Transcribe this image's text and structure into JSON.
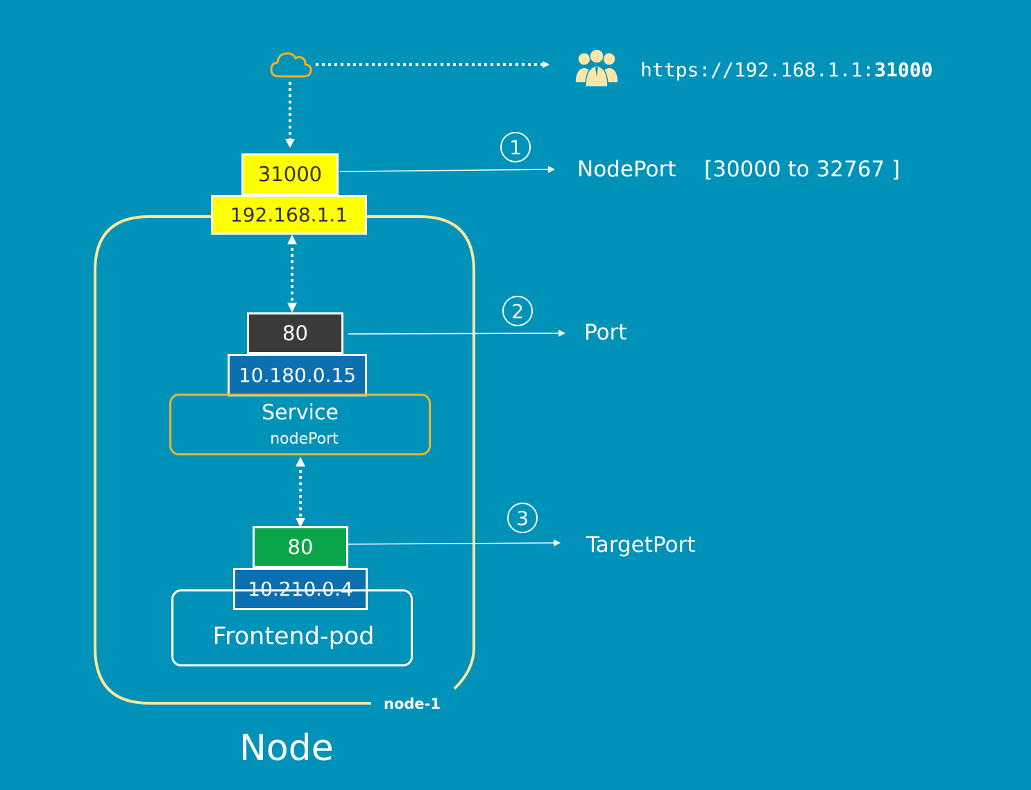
{
  "url": {
    "prefix": "https://192.168.1.1:",
    "port": "31000"
  },
  "boxes": {
    "node_port": "31000",
    "node_ip": "192.168.1.1",
    "service_port": "80",
    "service_ip": "10.180.0.15",
    "target_port": "80",
    "pod_ip": "10.210.0.4"
  },
  "service": {
    "title": "Service",
    "type": "nodePort"
  },
  "pod": {
    "label": "Frontend-pod"
  },
  "node": {
    "name": "node-1",
    "label": "Node"
  },
  "callouts": [
    {
      "number": "1",
      "label": "NodePort",
      "range": "[30000 to 32767 ]"
    },
    {
      "number": "2",
      "label": "Port"
    },
    {
      "number": "3",
      "label": "TargetPort"
    }
  ],
  "icons": {
    "cloud": "cloud-icon",
    "users": "users-icon"
  },
  "colors": {
    "background": "#0092b8",
    "node_outline": "#fce79a",
    "service_outline": "#e8b824",
    "nodeport_box": "#ffff00",
    "port_box": "#3a3a3a",
    "ip_box": "#0b6fb0",
    "targetport_box": "#0aa548",
    "cloud": "#f5b223",
    "users": "#fce7a8"
  }
}
